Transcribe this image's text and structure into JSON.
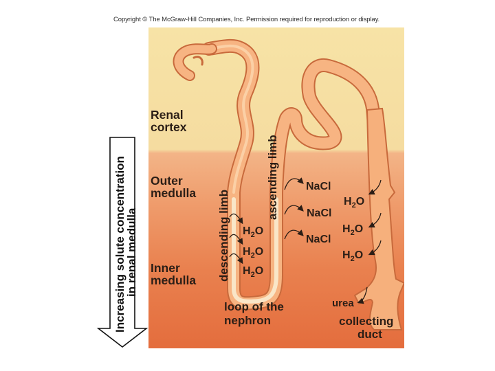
{
  "copyright": "Copyright © The McGraw-Hill Companies, Inc. Permission required for reproduction or display.",
  "zones": {
    "cortex": "Renal\ncortex",
    "outer_medulla": "Outer\nmedulla",
    "inner_medulla": "Inner\nmedulla"
  },
  "gradient_label": {
    "line1": "Increasing solute concentration",
    "line2": "in renal medulla"
  },
  "labels": {
    "ascending_limb": "ascending limb",
    "descending_limb": "descending limb",
    "loop": "loop of the",
    "nephron": "nephron",
    "urea": "urea",
    "collecting": "collecting",
    "duct": "duct"
  },
  "solutes": {
    "nacl": [
      "NaCl",
      "NaCl",
      "NaCl"
    ],
    "h2o_descending": [
      "H",
      "H",
      "H"
    ],
    "h2o_duct": [
      "H",
      "H",
      "H"
    ],
    "sub": "2",
    "o": "O"
  },
  "colors": {
    "cortex": "#f6e0a3",
    "medulla_top": "#f0a070",
    "medulla_bottom": "#e46d3d",
    "tubule_fill": "#f6b07c",
    "tubule_edge": "#c86a3c",
    "text": "#2b1e16"
  }
}
